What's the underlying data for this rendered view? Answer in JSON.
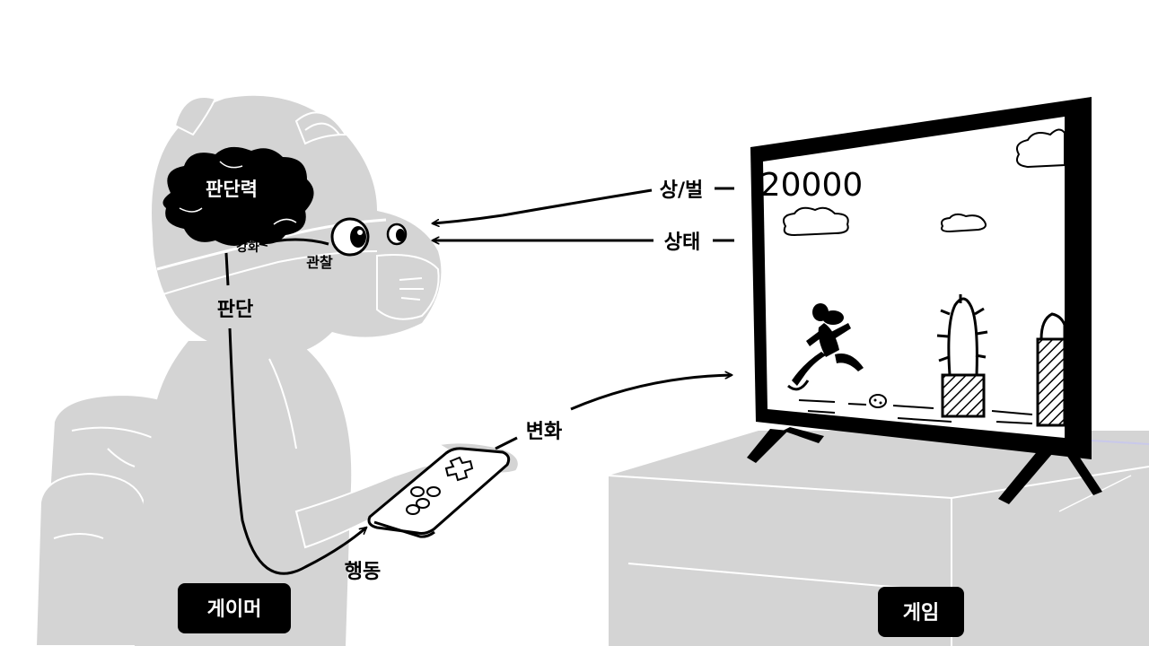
{
  "labels": {
    "brain": "판단력",
    "reinforce": "강화",
    "observe": "관찰",
    "judge": "판단",
    "reward": "상/벌",
    "state": "상태",
    "change": "변화",
    "action": "행동"
  },
  "badges": {
    "gamer": "게이머",
    "game": "게임"
  },
  "game": {
    "score": "20000"
  },
  "colors": {
    "figure_gray": "#d4d4d4",
    "ink": "#000000",
    "badge_bg": "#000000",
    "badge_text": "#ffffff"
  }
}
